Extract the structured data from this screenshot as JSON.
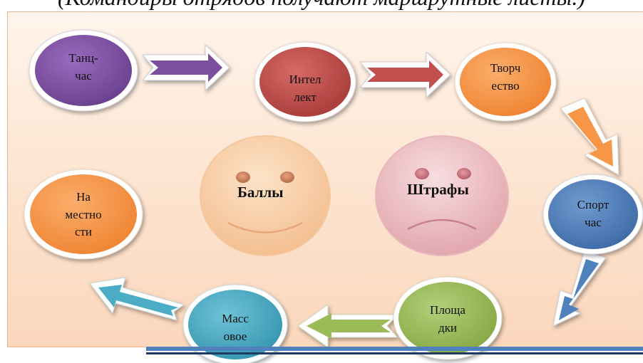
{
  "caption": "(Командиры отрядов получают маршрутные листы.)",
  "nodes": {
    "dance": "Танц-\nчас",
    "intellect": "Интел\nлект",
    "creative": "Творч\nество",
    "sport": "Спорт\nчас",
    "grounds": "Площа\nдки",
    "mass": "Масс\nовое",
    "terrain": "На\nместно\nсти"
  },
  "faces": {
    "points": "Баллы",
    "fines": "Штрафы"
  },
  "colors": {
    "dance": "#7c4f9e",
    "intellect": "#c0504d",
    "creative": "#f79646",
    "sport": "#4f81bd",
    "grounds": "#9bbb59",
    "mass": "#4bacc6",
    "terrain": "#f79646"
  }
}
